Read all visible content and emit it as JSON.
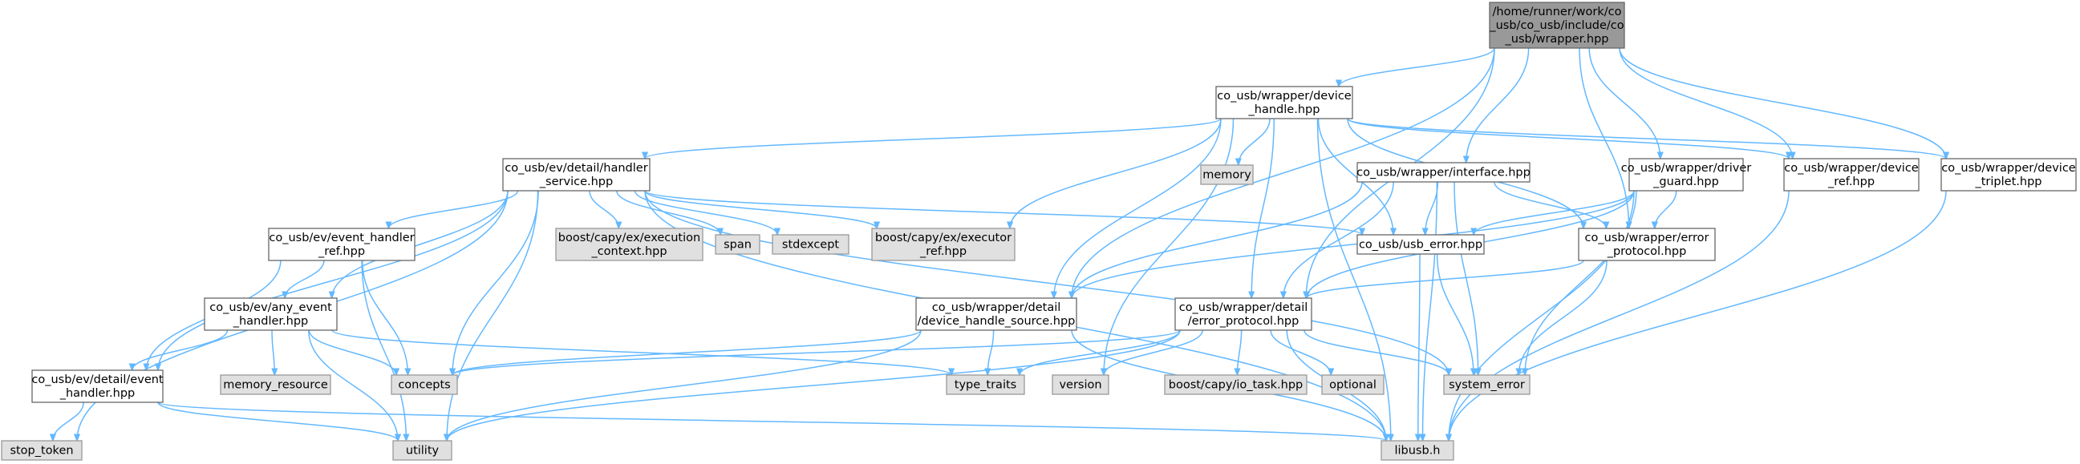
{
  "graph": {
    "kind": "include dependency graph",
    "colors": {
      "edge": "#63b8ff",
      "root_fill": "#999999",
      "file_fill": "#ffffff",
      "external_fill": "#e0e0e0",
      "border_dark": "#666666",
      "border_light": "#999999",
      "text": "#000000"
    },
    "nodes": [
      {
        "id": "root",
        "lines": [
          "/home/runner/work/co",
          "_usb/co_usb/include/co",
          "_usb/wrapper.hpp"
        ],
        "style": "root"
      },
      {
        "id": "device_handle",
        "lines": [
          "co_usb/wrapper/device",
          "_handle.hpp"
        ],
        "style": "file"
      },
      {
        "id": "handler_service",
        "lines": [
          "co_usb/ev/detail/handler",
          "_service.hpp"
        ],
        "style": "file"
      },
      {
        "id": "interface",
        "lines": [
          "co_usb/wrapper/interface.hpp"
        ],
        "style": "file"
      },
      {
        "id": "driver_guard",
        "lines": [
          "co_usb/wrapper/driver",
          "_guard.hpp"
        ],
        "style": "file"
      },
      {
        "id": "device_ref",
        "lines": [
          "co_usb/wrapper/device",
          "_ref.hpp"
        ],
        "style": "file"
      },
      {
        "id": "device_triplet",
        "lines": [
          "co_usb/wrapper/device",
          "_triplet.hpp"
        ],
        "style": "file"
      },
      {
        "id": "memory",
        "lines": [
          "memory"
        ],
        "style": "external"
      },
      {
        "id": "event_handler_ref",
        "lines": [
          "co_usb/ev/event_handler",
          "_ref.hpp"
        ],
        "style": "file"
      },
      {
        "id": "execution_context",
        "lines": [
          "boost/capy/ex/execution",
          "_context.hpp"
        ],
        "style": "external"
      },
      {
        "id": "span",
        "lines": [
          "span"
        ],
        "style": "external"
      },
      {
        "id": "stdexcept",
        "lines": [
          "stdexcept"
        ],
        "style": "external"
      },
      {
        "id": "executor_ref",
        "lines": [
          "boost/capy/ex/executor",
          "_ref.hpp"
        ],
        "style": "external"
      },
      {
        "id": "usb_error",
        "lines": [
          "co_usb/usb_error.hpp"
        ],
        "style": "file"
      },
      {
        "id": "error_protocol",
        "lines": [
          "co_usb/wrapper/error",
          "_protocol.hpp"
        ],
        "style": "file"
      },
      {
        "id": "any_event_handler",
        "lines": [
          "co_usb/ev/any_event",
          "_handler.hpp"
        ],
        "style": "file"
      },
      {
        "id": "device_handle_source",
        "lines": [
          "co_usb/wrapper/detail",
          "/device_handle_source.hpp"
        ],
        "style": "file"
      },
      {
        "id": "detail_error_protocol",
        "lines": [
          "co_usb/wrapper/detail",
          "/error_protocol.hpp"
        ],
        "style": "file"
      },
      {
        "id": "detail_event_handler",
        "lines": [
          "co_usb/ev/detail/event",
          "_handler.hpp"
        ],
        "style": "file"
      },
      {
        "id": "memory_resource",
        "lines": [
          "memory_resource"
        ],
        "style": "external"
      },
      {
        "id": "concepts",
        "lines": [
          "concepts"
        ],
        "style": "external"
      },
      {
        "id": "type_traits",
        "lines": [
          "type_traits"
        ],
        "style": "external"
      },
      {
        "id": "version",
        "lines": [
          "version"
        ],
        "style": "external"
      },
      {
        "id": "io_task",
        "lines": [
          "boost/capy/io_task.hpp"
        ],
        "style": "external"
      },
      {
        "id": "optional",
        "lines": [
          "optional"
        ],
        "style": "external"
      },
      {
        "id": "system_error",
        "lines": [
          "system_error"
        ],
        "style": "external"
      },
      {
        "id": "stop_token",
        "lines": [
          "stop_token"
        ],
        "style": "external"
      },
      {
        "id": "utility",
        "lines": [
          "utility"
        ],
        "style": "external"
      },
      {
        "id": "libusb",
        "lines": [
          "libusb.h"
        ],
        "style": "external"
      }
    ],
    "edges": [
      [
        "root",
        "device_handle"
      ],
      [
        "root",
        "interface"
      ],
      [
        "root",
        "driver_guard"
      ],
      [
        "root",
        "device_ref"
      ],
      [
        "root",
        "device_triplet"
      ],
      [
        "root",
        "error_protocol"
      ],
      [
        "root",
        "device_handle_source"
      ],
      [
        "root",
        "detail_error_protocol"
      ],
      [
        "device_handle",
        "handler_service"
      ],
      [
        "device_handle",
        "memory"
      ],
      [
        "device_handle",
        "executor_ref"
      ],
      [
        "device_handle",
        "usb_error"
      ],
      [
        "device_handle",
        "error_protocol"
      ],
      [
        "device_handle",
        "device_handle_source"
      ],
      [
        "device_handle",
        "detail_error_protocol"
      ],
      [
        "device_handle",
        "version"
      ],
      [
        "device_handle",
        "libusb"
      ],
      [
        "device_handle",
        "device_ref"
      ],
      [
        "device_handle",
        "device_triplet"
      ],
      [
        "handler_service",
        "event_handler_ref"
      ],
      [
        "handler_service",
        "execution_context"
      ],
      [
        "handler_service",
        "span"
      ],
      [
        "handler_service",
        "stdexcept"
      ],
      [
        "handler_service",
        "executor_ref"
      ],
      [
        "handler_service",
        "usb_error"
      ],
      [
        "handler_service",
        "any_event_handler"
      ],
      [
        "handler_service",
        "detail_event_handler"
      ],
      [
        "handler_service",
        "concepts"
      ],
      [
        "handler_service",
        "utility"
      ],
      [
        "handler_service",
        "stop_token"
      ],
      [
        "handler_service",
        "libusb"
      ],
      [
        "handler_service",
        "system_error"
      ],
      [
        "event_handler_ref",
        "any_event_handler"
      ],
      [
        "event_handler_ref",
        "detail_event_handler"
      ],
      [
        "event_handler_ref",
        "concepts"
      ],
      [
        "event_handler_ref",
        "utility"
      ],
      [
        "any_event_handler",
        "detail_event_handler"
      ],
      [
        "any_event_handler",
        "memory_resource"
      ],
      [
        "any_event_handler",
        "concepts"
      ],
      [
        "any_event_handler",
        "type_traits"
      ],
      [
        "any_event_handler",
        "utility"
      ],
      [
        "detail_event_handler",
        "stop_token"
      ],
      [
        "detail_event_handler",
        "utility"
      ],
      [
        "detail_event_handler",
        "libusb"
      ],
      [
        "interface",
        "usb_error"
      ],
      [
        "interface",
        "error_protocol"
      ],
      [
        "interface",
        "device_handle_source"
      ],
      [
        "interface",
        "detail_error_protocol"
      ],
      [
        "interface",
        "system_error"
      ],
      [
        "interface",
        "libusb"
      ],
      [
        "driver_guard",
        "usb_error"
      ],
      [
        "driver_guard",
        "error_protocol"
      ],
      [
        "driver_guard",
        "detail_error_protocol"
      ],
      [
        "driver_guard",
        "device_handle_source"
      ],
      [
        "driver_guard",
        "system_error"
      ],
      [
        "driver_guard",
        "libusb"
      ],
      [
        "device_ref",
        "libusb"
      ],
      [
        "device_triplet",
        "libusb"
      ],
      [
        "usb_error",
        "system_error"
      ],
      [
        "usb_error",
        "libusb"
      ],
      [
        "error_protocol",
        "detail_error_protocol"
      ],
      [
        "error_protocol",
        "system_error"
      ],
      [
        "device_handle_source",
        "concepts"
      ],
      [
        "device_handle_source",
        "type_traits"
      ],
      [
        "device_handle_source",
        "utility"
      ],
      [
        "device_handle_source",
        "libusb"
      ],
      [
        "detail_error_protocol",
        "concepts"
      ],
      [
        "detail_error_protocol",
        "type_traits"
      ],
      [
        "detail_error_protocol",
        "version"
      ],
      [
        "detail_error_protocol",
        "io_task"
      ],
      [
        "detail_error_protocol",
        "optional"
      ],
      [
        "detail_error_protocol",
        "system_error"
      ],
      [
        "detail_error_protocol",
        "utility"
      ],
      [
        "detail_error_protocol",
        "libusb"
      ]
    ]
  }
}
